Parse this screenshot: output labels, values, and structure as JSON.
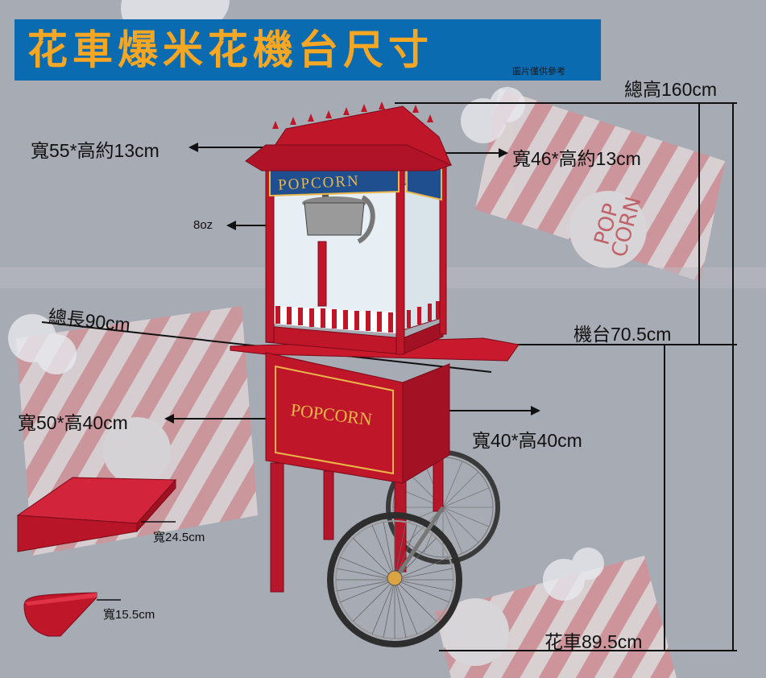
{
  "title": "花車爆米花機台尺寸",
  "disclaimer": "圖片僅供參考",
  "machine_sign": "POPCORN",
  "cart_sign": "POPCORN",
  "background_boxes": [
    "POP",
    "CORN"
  ],
  "labels": {
    "total_height": "總高160cm",
    "roof_front": "寬55*高約13cm",
    "roof_side": "寬46*高約13cm",
    "kettle": "8oz",
    "total_length": "總長90cm",
    "machine_height": "機台70.5cm",
    "cart_front": "寬50*高40cm",
    "cart_side": "寬40*高40cm",
    "shelf_large": "寬24.5cm",
    "shelf_small": "寬15.5cm",
    "cart_height": "花車89.5cm"
  },
  "colors": {
    "background": "#a7abb4",
    "banner": "#0b6bb1",
    "title": "#f5a623",
    "cart_red": "#c0162a",
    "sign_blue": "#1f4f8f",
    "gold": "#e8b64a"
  }
}
